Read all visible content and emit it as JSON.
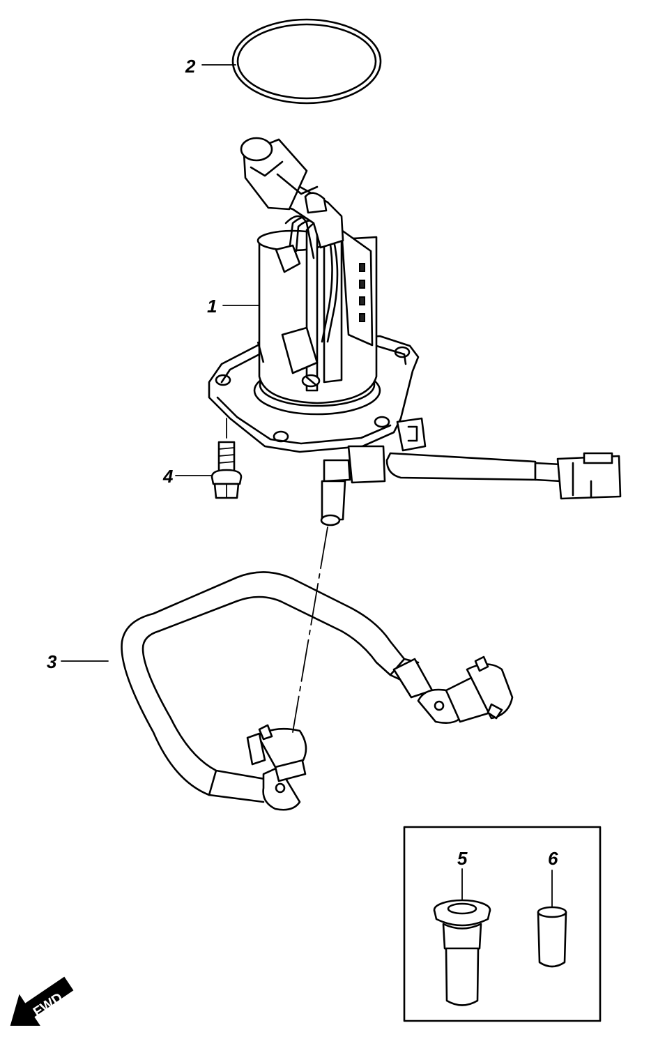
{
  "diagram": {
    "callouts": [
      {
        "id": "1",
        "label": "1",
        "part": "fuel-pump-assembly"
      },
      {
        "id": "2",
        "label": "2",
        "part": "o-ring"
      },
      {
        "id": "3",
        "label": "3",
        "part": "fuel-hose"
      },
      {
        "id": "4",
        "label": "4",
        "part": "flange-bolt"
      },
      {
        "id": "5",
        "label": "5",
        "part": "connector"
      },
      {
        "id": "6",
        "label": "6",
        "part": "cap"
      }
    ],
    "fwd_label": "FWD",
    "colors": {
      "line": "#000000",
      "background": "#ffffff"
    }
  }
}
